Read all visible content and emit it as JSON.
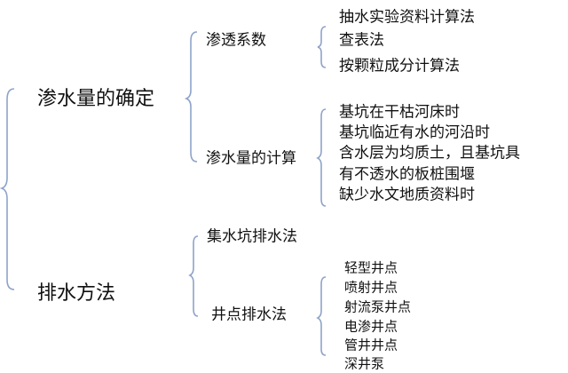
{
  "root": {
    "seepage": {
      "label": "渗水量的确定",
      "permeability": {
        "label": "渗透系数",
        "methods": [
          "抽水实验资料计算法",
          "查表法",
          "按颗粒成分计算法"
        ]
      },
      "calculation": {
        "label": "渗水量的计算",
        "cases": [
          "基坑在干枯河床时",
          "基坑临近有水的河沿时",
          "含水层为均质土，且基坑具",
          "有不透水的板桩围堰",
          "缺少水文地质资料时"
        ]
      }
    },
    "drainage": {
      "label": "排水方法",
      "sump": {
        "label": "集水坑排水法"
      },
      "wellpoint": {
        "label": "井点排水法",
        "types": [
          "轻型井点",
          "喷射井点",
          "射流泵井点",
          "电渗井点",
          "管井井点",
          "深井泵"
        ]
      }
    }
  },
  "colors": {
    "brace": "#8ea3c9"
  }
}
